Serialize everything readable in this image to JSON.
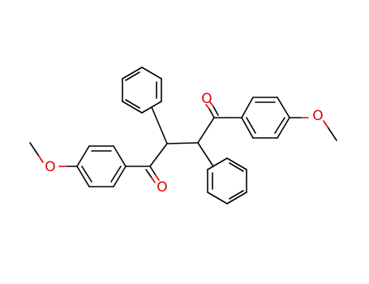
{
  "molecule": {
    "atom_colors": {
      "C": "#000000",
      "O": "#e00000"
    },
    "labels": {
      "methoxy_o_right": "O",
      "carbonyl_o_right": "O",
      "carbonyl_o_left": "O",
      "methoxy_o_left": "O"
    }
  }
}
